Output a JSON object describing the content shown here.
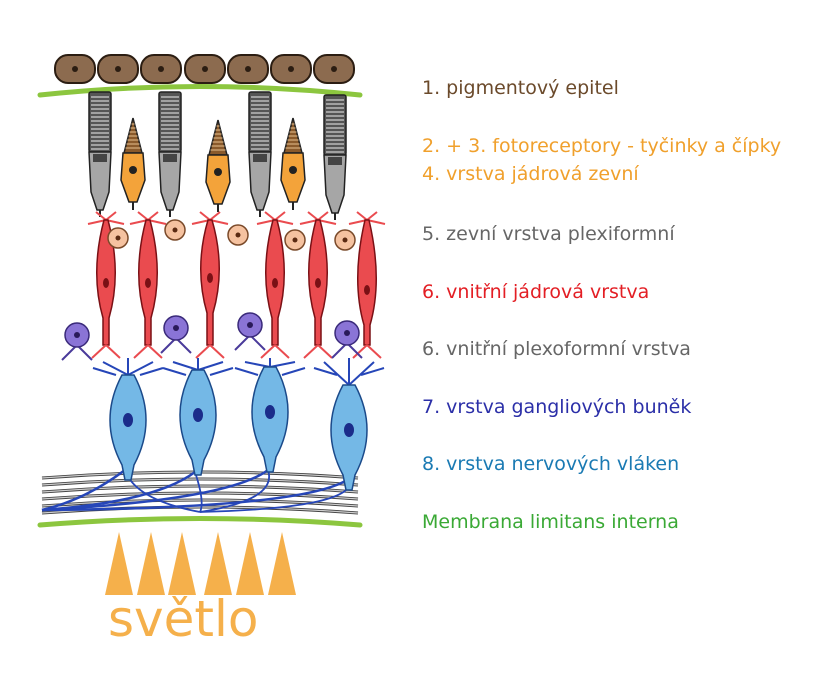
{
  "layers": [
    {
      "text": "1. pigmentový epitel",
      "color": "#6b4a2b"
    },
    {
      "text": "2. + 3. fotoreceptory - tyčinky a čípky",
      "color": "#f0a02c"
    },
    {
      "text": "4. vrstva jádrová zevní",
      "color": "#f0a02c"
    },
    {
      "text": "5. zevní vrstva plexiformní",
      "color": "#666666"
    },
    {
      "text": "6. vnitřní jádrová vrstva",
      "color": "#e31e24"
    },
    {
      "text": "6. vnitřní plexoformní vrstva",
      "color": "#666666"
    },
    {
      "text": "7. vrstva gangliových buněk",
      "color": "#2b2fa8"
    },
    {
      "text": "8. vrstva nervových vláken",
      "color": "#1a7ab3"
    },
    {
      "text": "Membrana limitans interna",
      "color": "#3aa935"
    }
  ],
  "light": {
    "label": "světlo",
    "color": "#f5b04b"
  },
  "colors": {
    "pigment": "#8c6b4f",
    "rod": "#a6a6a6",
    "cone": "#f3a33a",
    "horizontal": "#f5c2a0",
    "bipolar": "#ea4b4f",
    "amacrine": "#8a74d6",
    "ganglion": "#74b8e6",
    "nerve": "#2646b8",
    "membrane": "#8cc63f"
  }
}
